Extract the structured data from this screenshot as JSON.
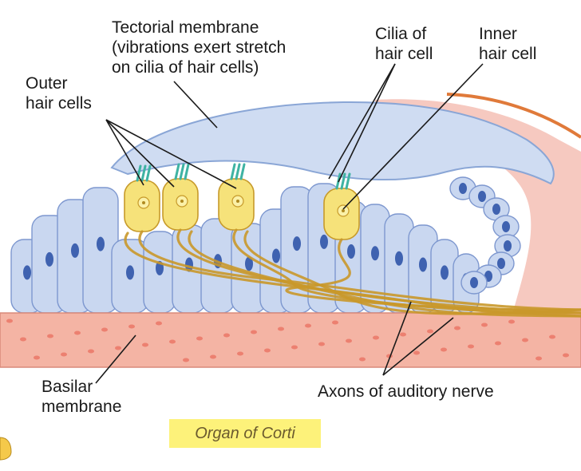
{
  "labels": {
    "tectorial": [
      "Tectorial membrane",
      "(vibrations exert stretch",
      "on cilia of hair cells)"
    ],
    "outer": [
      "Outer",
      "hair cells"
    ],
    "cilia": [
      "Cilia of",
      "hair cell"
    ],
    "inner": [
      "Inner",
      "hair cell"
    ],
    "basilar": [
      "Basilar",
      "membrane"
    ],
    "axons": [
      "Axons of auditory nerve"
    ]
  },
  "caption": "Organ of Corti",
  "colors": {
    "tissue_pink": "#f2b8ad",
    "tectorial": "#cfdcf2",
    "support_cell": "#c9d7f0",
    "nucleus": "#3f62b0",
    "hair_cell": "#f6e27a",
    "cilia": "#3fb3a3",
    "nerve": "#c9982a",
    "basilar": "#f4b4a4",
    "caption_bg": "#fdf27a"
  }
}
